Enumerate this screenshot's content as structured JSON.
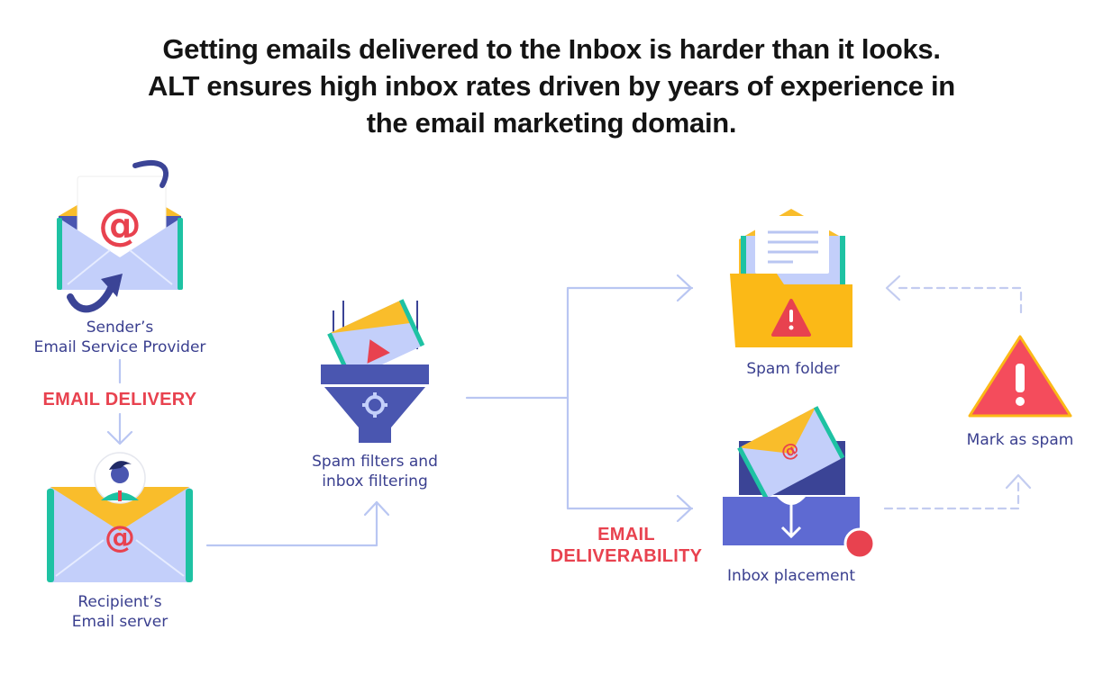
{
  "headline": {
    "line1": "Getting emails delivered to the Inbox is harder than it looks.",
    "line2": "ALT ensures high inbox rates driven by years of experience in",
    "line3": "the email marketing domain."
  },
  "nodes": {
    "sender": {
      "line1": "Sender’s",
      "line2": "Email Service Provider",
      "icon": "envelope-at-icon"
    },
    "recipient": {
      "line1": "Recipient’s",
      "line2": "Email server",
      "icon": "envelope-person-icon"
    },
    "filter": {
      "line1": "Spam filters and",
      "line2": "inbox filtering",
      "icon": "funnel-gear-icon"
    },
    "spam_folder": {
      "label": "Spam folder",
      "icon": "folder-warning-icon"
    },
    "inbox": {
      "label": "Inbox placement",
      "icon": "inbox-tray-icon"
    },
    "mark_spam": {
      "label": "Mark as spam",
      "icon": "warning-triangle-icon"
    }
  },
  "stages": {
    "delivery": "EMAIL DELIVERY",
    "deliverability_line1": "EMAIL",
    "deliverability_line2": "DELIVERABILITY"
  },
  "colors": {
    "text_dark": "#141414",
    "label_navy": "#3a3f8f",
    "accent_red": "#e8424f",
    "connector": "#b9c6f2",
    "envelope_body": "#c3cffa",
    "envelope_flap": "#f9bd2b",
    "envelope_edge": "#1ec2a3",
    "indigo": "#4a56b0"
  }
}
